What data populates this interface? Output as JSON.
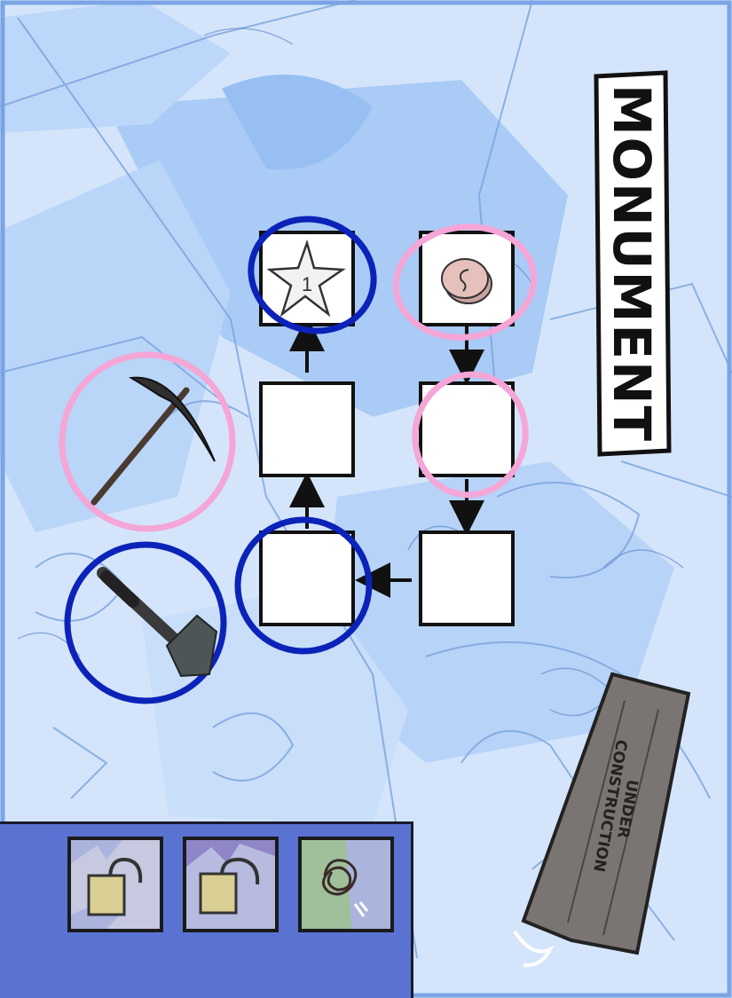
{
  "card": {
    "title": "MONUMENT",
    "status_label_line1": "UNDER",
    "status_label_line2": "CONSTRUCTION"
  },
  "tools": [
    {
      "name": "pickaxe",
      "icon": "pickaxe-icon",
      "ring_color": "#f4a6d7"
    },
    {
      "name": "hammer",
      "icon": "hammer-icon",
      "ring_color": "#0b23b8"
    }
  ],
  "track": {
    "start_icon": "coin-icon",
    "end_icon": "star-icon",
    "end_value": "1",
    "highlight_colors": {
      "pink": "#f4a6d7",
      "blue": "#0b23b8"
    }
  },
  "toolbar": {
    "slots": [
      {
        "name": "locked-slot-1",
        "icon": "lock-icon"
      },
      {
        "name": "locked-slot-2",
        "icon": "lock-icon"
      },
      {
        "name": "scribble-slot",
        "icon": "scribble-icon"
      }
    ],
    "background": "#5a73d2"
  }
}
